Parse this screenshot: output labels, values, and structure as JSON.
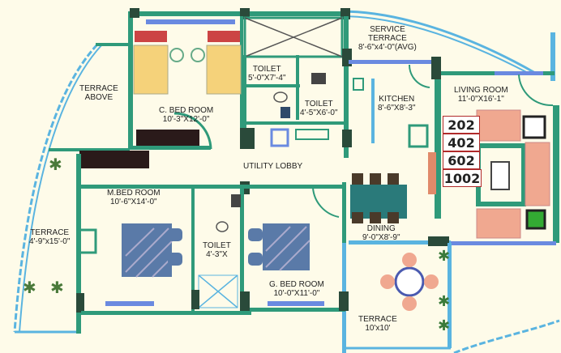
{
  "rooms": {
    "terrace_above": {
      "line1": "TERRACE",
      "line2": "ABOVE"
    },
    "c_bed_room": {
      "name": "C. BED ROOM",
      "size": "10'-3\"X12'-0\""
    },
    "toilet_1": {
      "name": "TOILET",
      "size": "5'-0\"X7'-4\""
    },
    "toilet_2": {
      "name": "TOILET",
      "size": "4'-5\"X6'-0\""
    },
    "service_terrace": {
      "line1": "SERVICE",
      "line2": "TERRACE",
      "size": "8'-6\"x4'-0\"(AVG)"
    },
    "kitchen": {
      "name": "KITCHEN",
      "size": "8'-6\"X8'-3\""
    },
    "living_room": {
      "name": "LIVING ROOM",
      "size": "11'-0\"X16'-1\""
    },
    "utility_lobby": {
      "name": "UTILITY LOBBY"
    },
    "m_bed_room": {
      "name": "M.BED ROOM",
      "size": "10'-6\"X14'-0\""
    },
    "terrace_left": {
      "name": "TERRACE",
      "size": "4'-9\"x15'-0\""
    },
    "toilet_3": {
      "name": "TOILET",
      "size": "4'-3\"X"
    },
    "g_bed_room": {
      "name": "G. BED ROOM",
      "size": "10'-0\"X11'-0\""
    },
    "dining": {
      "name": "DINING",
      "size": "9'-0\"X8'-9\""
    },
    "terrace_bottom": {
      "name": "TERRACE",
      "size": "10'x10'"
    }
  },
  "unit_numbers": [
    "202",
    "402",
    "602",
    "1002"
  ],
  "colors": {
    "background": "#fefbe9",
    "wall": "#2f9a7a",
    "wall_dark": "#2a4a3a",
    "glass": "#5ab4e0",
    "bed": "#f5d27a",
    "bed_guest": "#5a7aa8",
    "sofa": "#f0a890",
    "unit_border": "#b02a2a"
  }
}
